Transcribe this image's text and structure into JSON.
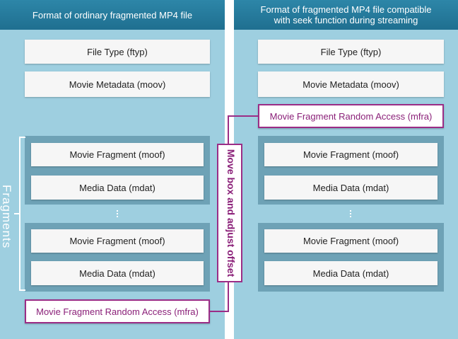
{
  "left": {
    "title": "Format of ordinary fragmented MP4 file",
    "ftyp": "File Type (ftyp)",
    "moov": "Movie Metadata (moov)",
    "fragments": [
      {
        "moof": "Movie Fragment (moof)",
        "mdat": "Media Data (mdat)"
      },
      {
        "moof": "Movie Fragment (moof)",
        "mdat": "Media Data (mdat)"
      }
    ],
    "ellipsis": "⋮",
    "fragments_label": "Fragments",
    "mfra": "Movie Fragment Random Access (mfra)"
  },
  "right": {
    "title_line1": "Format of fragmented MP4 file compatible",
    "title_line2": "with seek function during streaming",
    "ftyp": "File Type (ftyp)",
    "moov": "Movie Metadata (moov)",
    "mfra": "Movie Fragment Random Access (mfra)",
    "fragments": [
      {
        "moof": "Movie Fragment (moof)",
        "mdat": "Media Data (mdat)"
      },
      {
        "moof": "Movie Fragment (moof)",
        "mdat": "Media Data (mdat)"
      }
    ],
    "ellipsis": "⋮"
  },
  "move_label": "Move box and adjust offset",
  "colors": {
    "panel": "#9ecfe0",
    "header": "#2375a0",
    "group": "#6ea2b6",
    "accent": "#9b2d86"
  }
}
